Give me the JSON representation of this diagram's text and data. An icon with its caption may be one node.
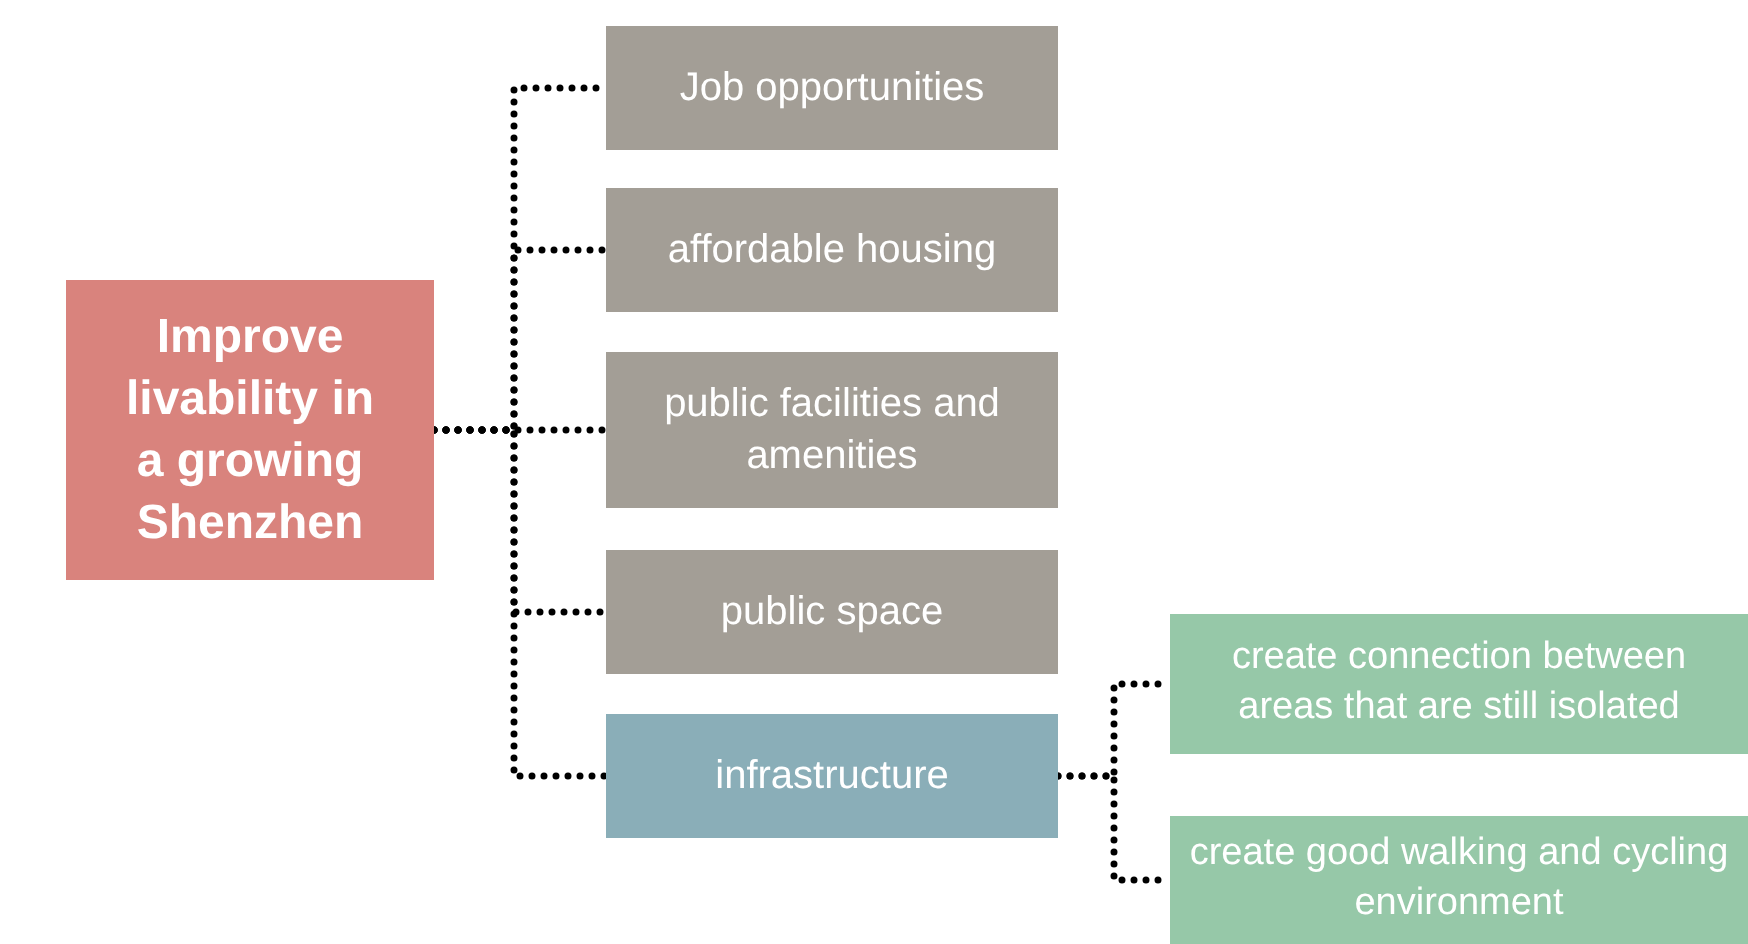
{
  "diagram": {
    "nodes": [
      {
        "text": [
          "Improve livability in a growing Shenzhen"
        ]
      },
      {
        "text": [
          "Job opportunities"
        ]
      },
      {
        "text": [
          "affordable housing"
        ]
      },
      {
        "text": [
          "public facilities and amenities"
        ]
      },
      {
        "text": [
          "public space"
        ]
      },
      {
        "text": [
          "infrastructure"
        ]
      },
      {
        "text": [
          "create connection between areas that are still isolated"
        ]
      },
      {
        "text": [
          "create good walking and cycling environment"
        ]
      }
    ],
    "edges": [
      {
        "from": 0,
        "to": 1,
        "arrow": "none"
      },
      {
        "from": 0,
        "to": 2,
        "arrow": "none"
      },
      {
        "from": 0,
        "to": 3,
        "arrow": "none"
      },
      {
        "from": 0,
        "to": 4,
        "arrow": "none"
      },
      {
        "from": 0,
        "to": 5,
        "arrow": "none"
      },
      {
        "from": 5,
        "to": 6,
        "arrow": "none"
      },
      {
        "from": 5,
        "to": 7,
        "arrow": "none"
      }
    ]
  }
}
